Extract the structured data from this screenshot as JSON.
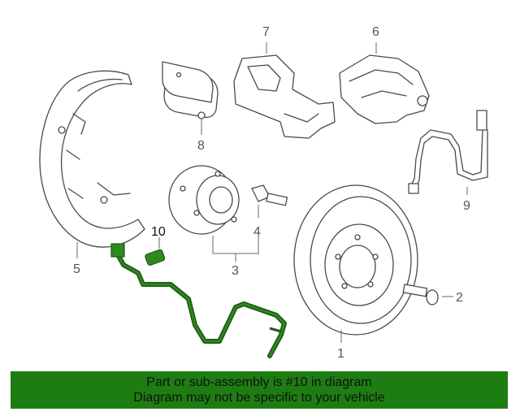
{
  "highlight_color": "#1e7d12",
  "sensor_color": "#1f5a14",
  "callouts": {
    "c1": "1",
    "c2": "2",
    "c3": "3",
    "c4": "4",
    "c5": "5",
    "c6": "6",
    "c7": "7",
    "c8": "8",
    "c9": "9",
    "c10": "10"
  },
  "banner": {
    "line1": "Part or sub-assembly is #10 in diagram",
    "line2": "Diagram may not be specific to your vehicle"
  }
}
